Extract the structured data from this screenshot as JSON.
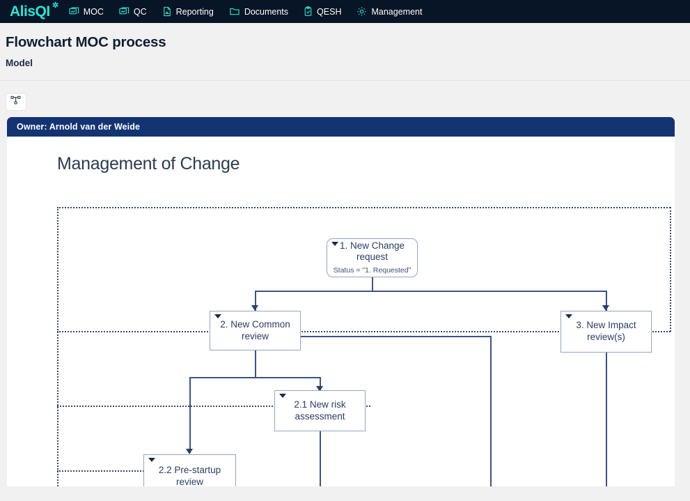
{
  "nav": {
    "logo": "AlisQI",
    "items": [
      {
        "label": "MOC",
        "icon": "chart-image-icon"
      },
      {
        "label": "QC",
        "icon": "chart-image-icon"
      },
      {
        "label": "Reporting",
        "icon": "document-icon"
      },
      {
        "label": "Documents",
        "icon": "folder-icon"
      },
      {
        "label": "QESH",
        "icon": "clipboard-check-icon"
      },
      {
        "label": "Management",
        "icon": "gear-icon"
      }
    ]
  },
  "page": {
    "title": "Flowchart MOC process",
    "subtitle": "Model"
  },
  "toolbar": {
    "flowchart_button_icon": "sitemap-icon"
  },
  "panel": {
    "owner": "Owner: Arnold van der Weide",
    "chart_title": "Management of Change"
  },
  "flowchart": {
    "nodes": [
      {
        "id": "n1",
        "label": "1. New Change request",
        "sub": "Status = \"1. Requested\"",
        "shape": "rounded"
      },
      {
        "id": "n2",
        "label": "2. New Common review",
        "sub": "",
        "shape": "rect"
      },
      {
        "id": "n3",
        "label": "3. New Impact review(s)",
        "sub": "",
        "shape": "rect"
      },
      {
        "id": "n21",
        "label": "2.1 New risk assessment",
        "sub": "",
        "shape": "rect"
      },
      {
        "id": "n22",
        "label": "2.2 Pre-startup review",
        "sub": "",
        "shape": "rect"
      }
    ]
  },
  "colors": {
    "nav_background": "#081526",
    "logo_accent": "#2fe3d6",
    "panel_header": "#143372",
    "node_border": "#96a4bd",
    "connector": "#3b5480",
    "page_background": "#f1f1f1"
  }
}
